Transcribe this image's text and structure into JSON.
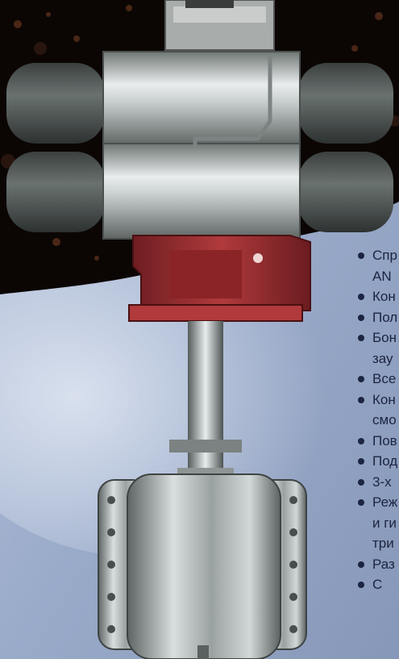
{
  "bullets": [
    {
      "text": "Спр",
      "dot": true
    },
    {
      "text": "AN",
      "dot": false
    },
    {
      "text": "Кон",
      "dot": true
    },
    {
      "text": "Пол",
      "dot": true
    },
    {
      "text": "Бон",
      "dot": true
    },
    {
      "text": "зау",
      "dot": false
    },
    {
      "text": "Все",
      "dot": true
    },
    {
      "text": "Кон",
      "dot": true
    },
    {
      "text": "смо",
      "dot": false
    },
    {
      "text": "Пов",
      "dot": true
    },
    {
      "text": "Под",
      "dot": true
    },
    {
      "text": "3-х",
      "dot": true
    },
    {
      "text": "Реж",
      "dot": true
    },
    {
      "text": "и ги",
      "dot": false
    },
    {
      "text": "три",
      "dot": false
    },
    {
      "text": "Раз",
      "dot": true
    },
    {
      "text": "С",
      "dot": true
    }
  ],
  "colors": {
    "background_blue": "#9fb0cd",
    "background_dark": "#0b0604",
    "actuator_steel": "#c9cfcf",
    "bracket_red": "#9a2b2e",
    "text": "#1b2440"
  }
}
